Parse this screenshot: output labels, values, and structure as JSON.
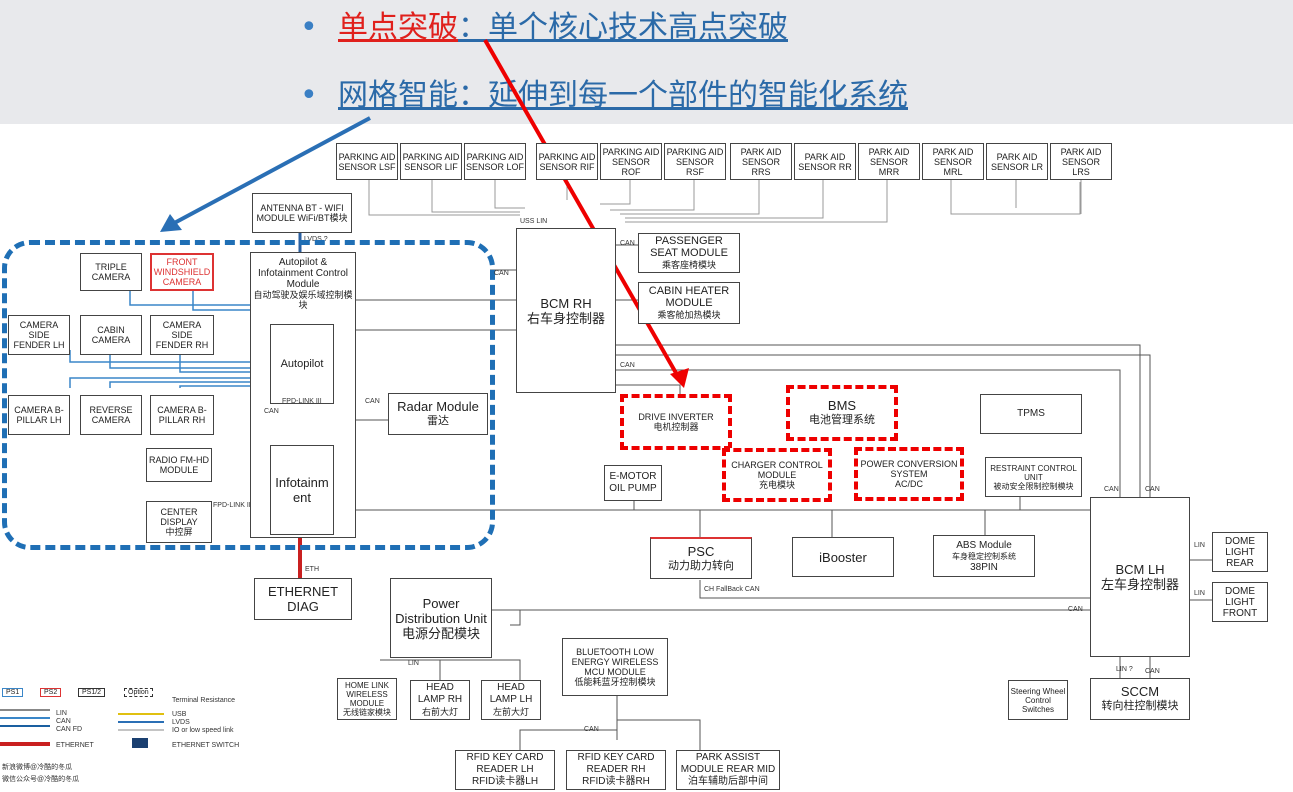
{
  "headline": {
    "b1_key": "单点突破",
    "b1_sep": "：",
    "b1_desc": "单个核心技术高点突破",
    "b2_key": "网格智能",
    "b2_sep": "：",
    "b2_desc": "延伸到每一个部件的智能化系统",
    "b1_color": "#e0201c",
    "b2_color": "#2b6aa8"
  },
  "sensors": [
    {
      "id": "lsf",
      "text": "PARKING AID SENSOR LSF"
    },
    {
      "id": "lif",
      "text": "PARKING AID SENSOR LIF"
    },
    {
      "id": "lof",
      "text": "PARKING AID SENSOR LOF"
    },
    {
      "id": "rif",
      "text": "PARKING AID SENSOR RIF"
    },
    {
      "id": "rof",
      "text": "PARKING AID SENSOR ROF"
    },
    {
      "id": "rsf",
      "text": "PARKING AID SENSOR RSF"
    },
    {
      "id": "rrs",
      "text": "PARK AID SENSOR RRS"
    },
    {
      "id": "rr",
      "text": "PARK AID SENSOR RR"
    },
    {
      "id": "mrr",
      "text": "PARK AID SENSOR MRR"
    },
    {
      "id": "mrl",
      "text": "PARK AID SENSOR MRL"
    },
    {
      "id": "lr",
      "text": "PARK AID SENSOR LR"
    },
    {
      "id": "lrs",
      "text": "PARK AID SENSOR LRS"
    }
  ],
  "modules": {
    "antenna": "ANTENNA BT - WIFI MODULE WiFi/BT模块",
    "triple_camera": "TRIPLE CAMERA",
    "front_windshield": "FRONT WINDSHIELD CAMERA",
    "cam_fender_lh": "CAMERA SIDE FENDER LH",
    "cabin_camera": "CABIN CAMERA",
    "cam_fender_rh": "CAMERA SIDE FENDER RH",
    "cam_pillar_lh": "CAMERA B-PILLAR LH",
    "reverse_camera": "REVERSE CAMERA",
    "cam_pillar_rh": "CAMERA B-PILLAR RH",
    "radio": "RADIO FM-HD MODULE",
    "center_display_en": "CENTER DISPLAY",
    "center_display_cn": "中控屏",
    "apic_title": "Autopilot & Infotainment Control Module",
    "apic_cn": "自动驾驶及娱乐域控制模块",
    "autopilot": "Autopilot",
    "infotainment": "Infotainment",
    "radar_en": "Radar Module",
    "radar_cn": "雷达",
    "bcm_rh_en": "BCM RH",
    "bcm_rh_cn": "右车身控制器",
    "pass_seat_en": "PASSENGER SEAT MODULE",
    "pass_seat_cn": "乘客座椅模块",
    "cabin_heater_en": "CABIN HEATER MODULE",
    "cabin_heater_cn": "乘客舱加热模块",
    "drive_inv_en": "DRIVE INVERTER",
    "drive_inv_cn": "电机控制器",
    "bms_en": "BMS",
    "bms_cn": "电池管理系统",
    "tpms": "TPMS",
    "charger_en": "CHARGER CONTROL MODULE",
    "charger_cn": "充电模块",
    "pcs_en": "POWER CONVERSION SYSTEM",
    "pcs_cn": "AC/DC",
    "restraint_en": "RESTRAINT CONTROL UNIT",
    "restraint_cn": "被动安全限制控制模块",
    "emotor": "E-MOTOR OIL PUMP",
    "psc_en": "PSC",
    "psc_cn": "动力助力转向",
    "ibooster": "iBooster",
    "abs_en": "ABS Module",
    "abs_cn": "车身稳定控制系统",
    "abs_pin": "38PIN",
    "bcm_lh_en": "BCM LH",
    "bcm_lh_cn": "左车身控制器",
    "dome_rear": "DOME LIGHT REAR",
    "dome_front": "DOME LIGHT FRONT",
    "ethernet_diag": "ETHERNET DIAG",
    "pdu_en": "Power Distribution Unit",
    "pdu_cn": "电源分配模块",
    "ble_en": "BLUETOOTH LOW ENERGY WIRELESS MCU MODULE",
    "ble_cn": "低能耗蓝牙控制模块",
    "homelink_en": "HOME LINK WIRELESS MODULE",
    "homelink_cn": "无线链家模块",
    "headlamp_rh_en": "HEAD LAMP RH",
    "headlamp_rh_cn": "右前大灯",
    "headlamp_lh_en": "HEAD LAMP LH",
    "headlamp_lh_cn": "左前大灯",
    "steering_switch": "Steering Wheel Control Switches",
    "sccm_en": "SCCM",
    "sccm_cn": "转向柱控制模块",
    "rfid_lh_en": "RFID KEY CARD READER LH",
    "rfid_lh_cn": "RFID读卡器LH",
    "rfid_rh_en": "RFID KEY CARD READER RH",
    "rfid_rh_cn": "RFID读卡器RH",
    "park_assist_en": "PARK ASSIST MODULE REAR MID",
    "park_assist_cn": "泊车辅助后部中间"
  },
  "wire_labels": {
    "lvds": "LVDS ?",
    "can": "CAN",
    "uss_lin": "USS LIN",
    "fpd1": "FPD-LINK III",
    "fpd2": "FPD-LINK III",
    "eth": "ETH",
    "ch_fallback": "CH FallBack CAN",
    "lin": "LIN",
    "lin_q": "LIN ?"
  },
  "legend": {
    "ps1": "PS1",
    "ps2": "PS2",
    "ps12": "PS1/2",
    "option": "Option",
    "terminal": "Terminal Resistance",
    "lin": "LIN",
    "can": "CAN",
    "canfd": "CAN FD",
    "ethernet": "ETHERNET",
    "usb": "USB",
    "lvds": "LVDS",
    "io": "IO or low speed link",
    "eth_switch": "ETHERNET SWITCH",
    "wm1": "新浪微博@冷酷的冬瓜",
    "wm2": "微信公众号@冷酷的冬瓜"
  }
}
